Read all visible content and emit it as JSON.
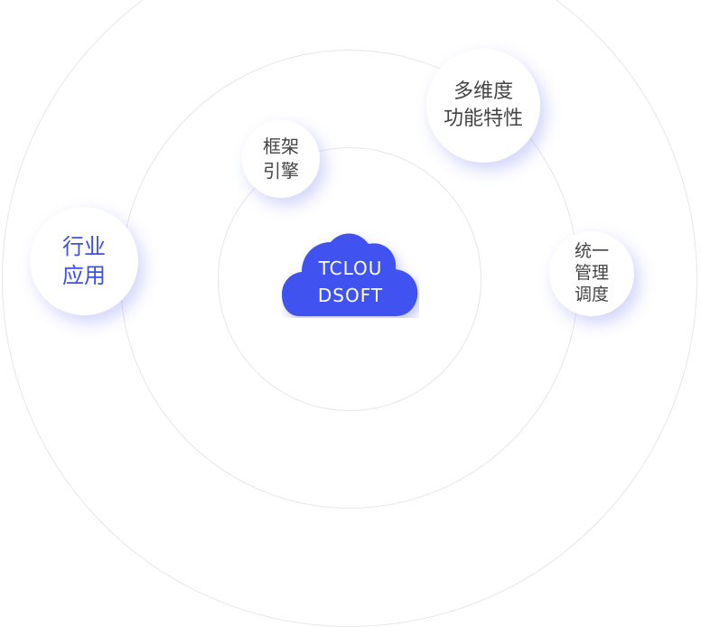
{
  "center": {
    "line1": "TCLOU",
    "line2": "DSOFT",
    "color": "#4152f0"
  },
  "nodes": [
    {
      "id": "industry",
      "line1": "行业",
      "line2": "应用",
      "color": "#3d4fe8"
    },
    {
      "id": "framework",
      "line1": "框架",
      "line2": "引擎",
      "color": "#444444"
    },
    {
      "id": "features",
      "line1": "多维度",
      "line2": "功能特性",
      "color": "#444444"
    },
    {
      "id": "management",
      "line1": "统一",
      "line2": "管理",
      "line3": "调度",
      "color": "#444444"
    }
  ]
}
